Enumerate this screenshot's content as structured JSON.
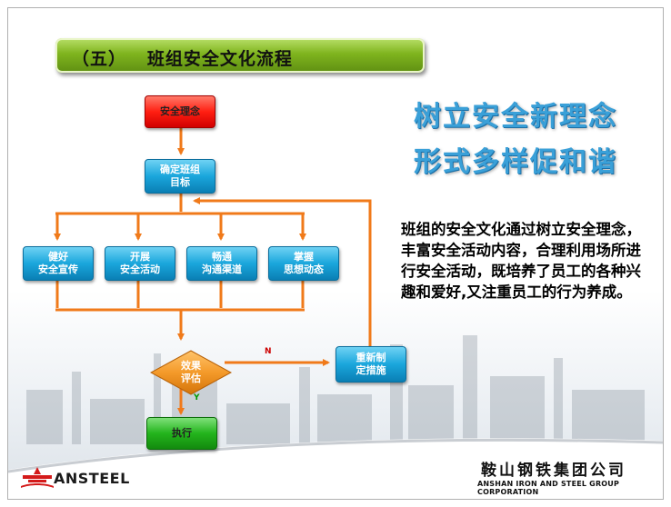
{
  "slide": {
    "title": "（五）   班组安全文化流程",
    "slogan_line1": "树立安全新理念",
    "slogan_line2": "形式多样促和谐",
    "description": "班组的安全文化通过树立安全理念，丰富安全活动内容，合理利用场所进行安全活动，既培养了员工的各种兴趣和爱好,又注重员工的行为养成。"
  },
  "flowchart": {
    "start": "安全理念",
    "goal": [
      "确定班组",
      "目标"
    ],
    "activities": [
      [
        "健好",
        "安全宣传"
      ],
      [
        "开展",
        "安全活动"
      ],
      [
        "畅通",
        "沟通渠道"
      ],
      [
        "掌握",
        "思想动态"
      ]
    ],
    "decision": [
      "效果",
      "评估"
    ],
    "no_label": "N",
    "yes_label": "Y",
    "redo": [
      "重新制",
      "定措施"
    ],
    "execute": "执行"
  },
  "footer": {
    "logo_text": "ANSTEEL",
    "company_cn": "鞍山钢铁集团公司",
    "company_en": "ANSHAN IRON AND STEEL GROUP CORPORATION"
  },
  "colors": {
    "arrow": "#f07a1a",
    "title_green": "#7fb41e",
    "slogan_blue": "#3aa0d8",
    "box_blue": "#1aa6dc",
    "box_red": "#ff1f12",
    "box_green": "#23b41c",
    "diamond_orange": "#f49a2a",
    "no_label": "#cc0000",
    "yes_label": "#009900"
  }
}
